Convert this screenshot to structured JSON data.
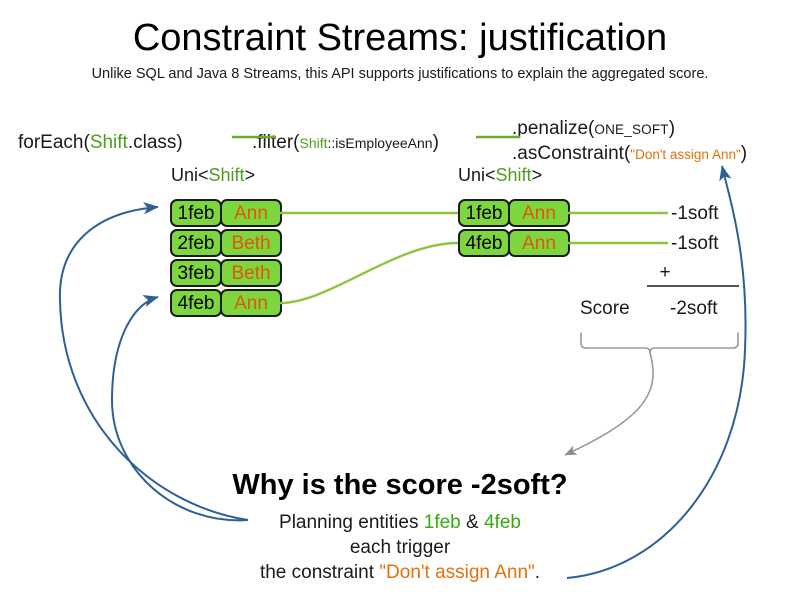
{
  "slide": {
    "title": "Constraint Streams: justification",
    "subtitle": "Unlike SQL and Java 8 Streams, this API supports justifications to explain the aggregated score."
  },
  "code_line": {
    "foreach": {
      "prefix": "forEach(",
      "type": "Shift",
      "suffix": ".class)"
    },
    "filter": {
      "prefix": ".filter(",
      "type": "Shift",
      "method": "::isEmployeeAnn",
      "suffix": ")"
    },
    "penalize": {
      "prefix": ".penalize(",
      "arg": "ONE_SOFT",
      "suffix": ")"
    },
    "as_constraint": {
      "prefix": ".asConstraint(",
      "arg": "\"Don't assign Ann\"",
      "suffix": ")"
    }
  },
  "streams": {
    "left": {
      "label_prefix": "Uni<",
      "label_type": "Shift",
      "label_suffix": ">",
      "rows": [
        {
          "date": "1feb",
          "name": "Ann"
        },
        {
          "date": "2feb",
          "name": "Beth"
        },
        {
          "date": "3feb",
          "name": "Beth"
        },
        {
          "date": "4feb",
          "name": "Ann"
        }
      ]
    },
    "right": {
      "label_prefix": "Uni<",
      "label_type": "Shift",
      "label_suffix": ">",
      "rows": [
        {
          "date": "1feb",
          "name": "Ann"
        },
        {
          "date": "4feb",
          "name": "Ann"
        }
      ]
    }
  },
  "score": {
    "impacts": [
      "-1soft",
      "-1soft"
    ],
    "operator": "+",
    "label": "Score",
    "total": "-2soft"
  },
  "explanation": {
    "heading": "Why is the score -2soft?",
    "line1_prefix": "Planning entities ",
    "line1_entity_a": "1feb",
    "line1_amp": " & ",
    "line1_entity_b": "4feb",
    "line2": "each trigger",
    "line3_prefix": "the constraint ",
    "line3_constraint": "\"Don't assign Ann\"",
    "line3_suffix": "."
  },
  "colors": {
    "box_fill": "#7ed63e",
    "box_border": "#1a1a1a",
    "name_text": "#e2550d",
    "type_green": "#4f9c1e",
    "connector_green": "#8cc63f",
    "justification_blue": "#2e5f96",
    "brace_gray": "#999999",
    "constraint_orange": "#e2710d"
  }
}
